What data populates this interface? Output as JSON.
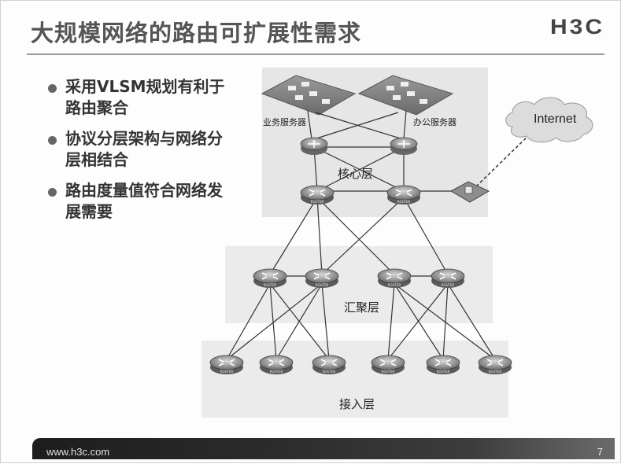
{
  "slide": {
    "title": "大规模网络的路由可扩展性需求",
    "logo": "H3C",
    "bullets": [
      "采用VLSM规划有利于路由聚合",
      "协议分层架构与网络分层相结合",
      "路由度量值符合网络发展需要"
    ],
    "footer_url": "www.h3c.com",
    "page_number": "7"
  },
  "diagram": {
    "cloud_label": "Internet",
    "server_labels": [
      "业务服务器",
      "办公服务器"
    ],
    "layer_labels": [
      "核心层",
      "汇聚层",
      "接入层"
    ],
    "router_tag": "ROUTER"
  }
}
